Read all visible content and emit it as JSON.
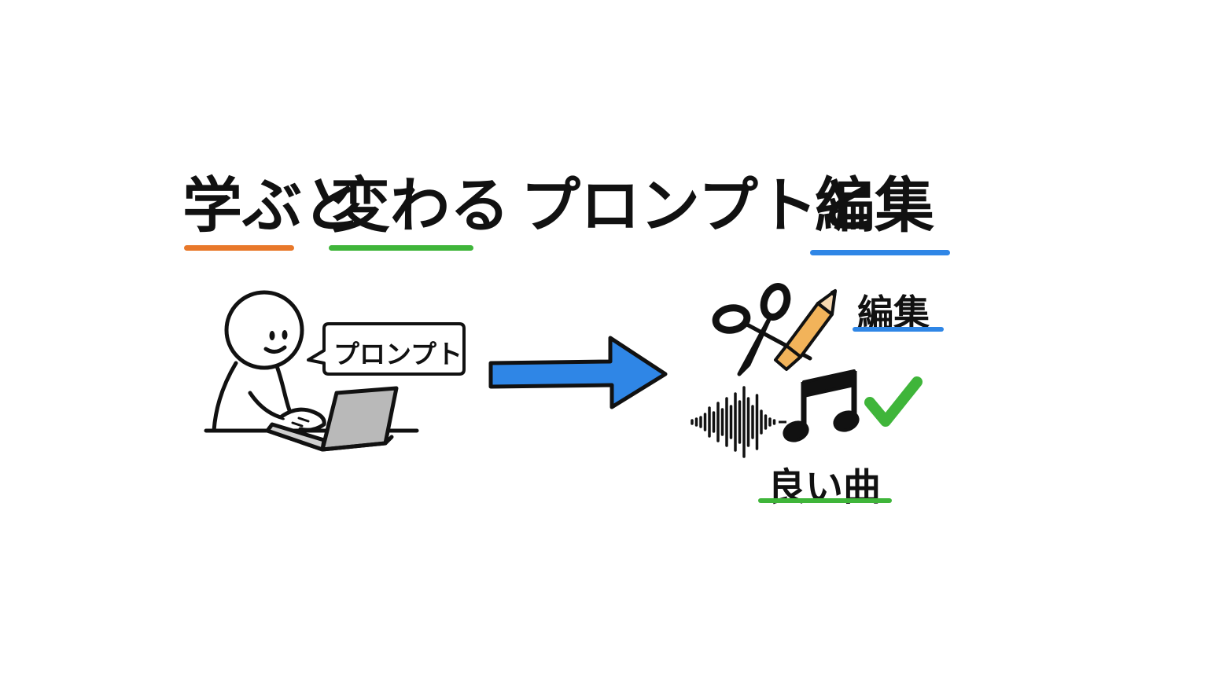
{
  "title": {
    "learn": "学ぶと",
    "change": "変わる",
    "prompt_and": "プロンプトと",
    "edit": "編集"
  },
  "speech_bubble": {
    "text": "プロンプト"
  },
  "edit_label": "編集",
  "result_label": "良い曲",
  "icon_names": {
    "person": "stick-figure-person-icon",
    "laptop": "laptop-icon",
    "arrow": "arrow-right-icon",
    "scissors": "scissors-icon",
    "pencil": "pencil-icon",
    "waveform": "sound-waveform-icon",
    "music": "music-note-icon",
    "check": "checkmark-icon"
  },
  "colors": {
    "orange": "#e8782a",
    "green": "#3fb53a",
    "blue": "#2f86e6",
    "ink": "#111111",
    "laptop_gray": "#b9b9b9",
    "pencil_orange": "#f2b35a"
  }
}
